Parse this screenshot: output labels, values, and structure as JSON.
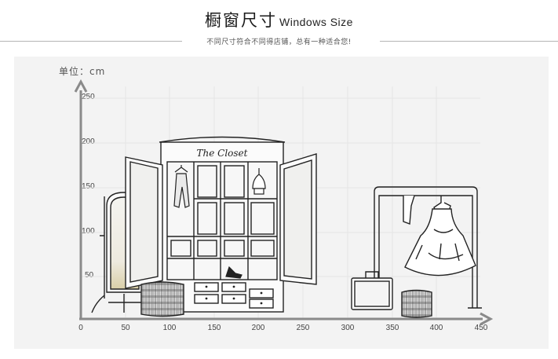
{
  "header": {
    "title_cn": "橱窗尺寸",
    "title_en": "Windows Size",
    "subtitle": "不同尺寸符合不同得店铺，总有一种适合您!"
  },
  "chart": {
    "unit_label": "单位：cm",
    "y_ticks": [
      "250",
      "200",
      "150",
      "100",
      "50"
    ],
    "x_ticks": [
      "0",
      "50",
      "100",
      "150",
      "200",
      "250",
      "300",
      "350",
      "400",
      "450"
    ]
  },
  "illustration": {
    "closet_sign": "The Closet"
  }
}
